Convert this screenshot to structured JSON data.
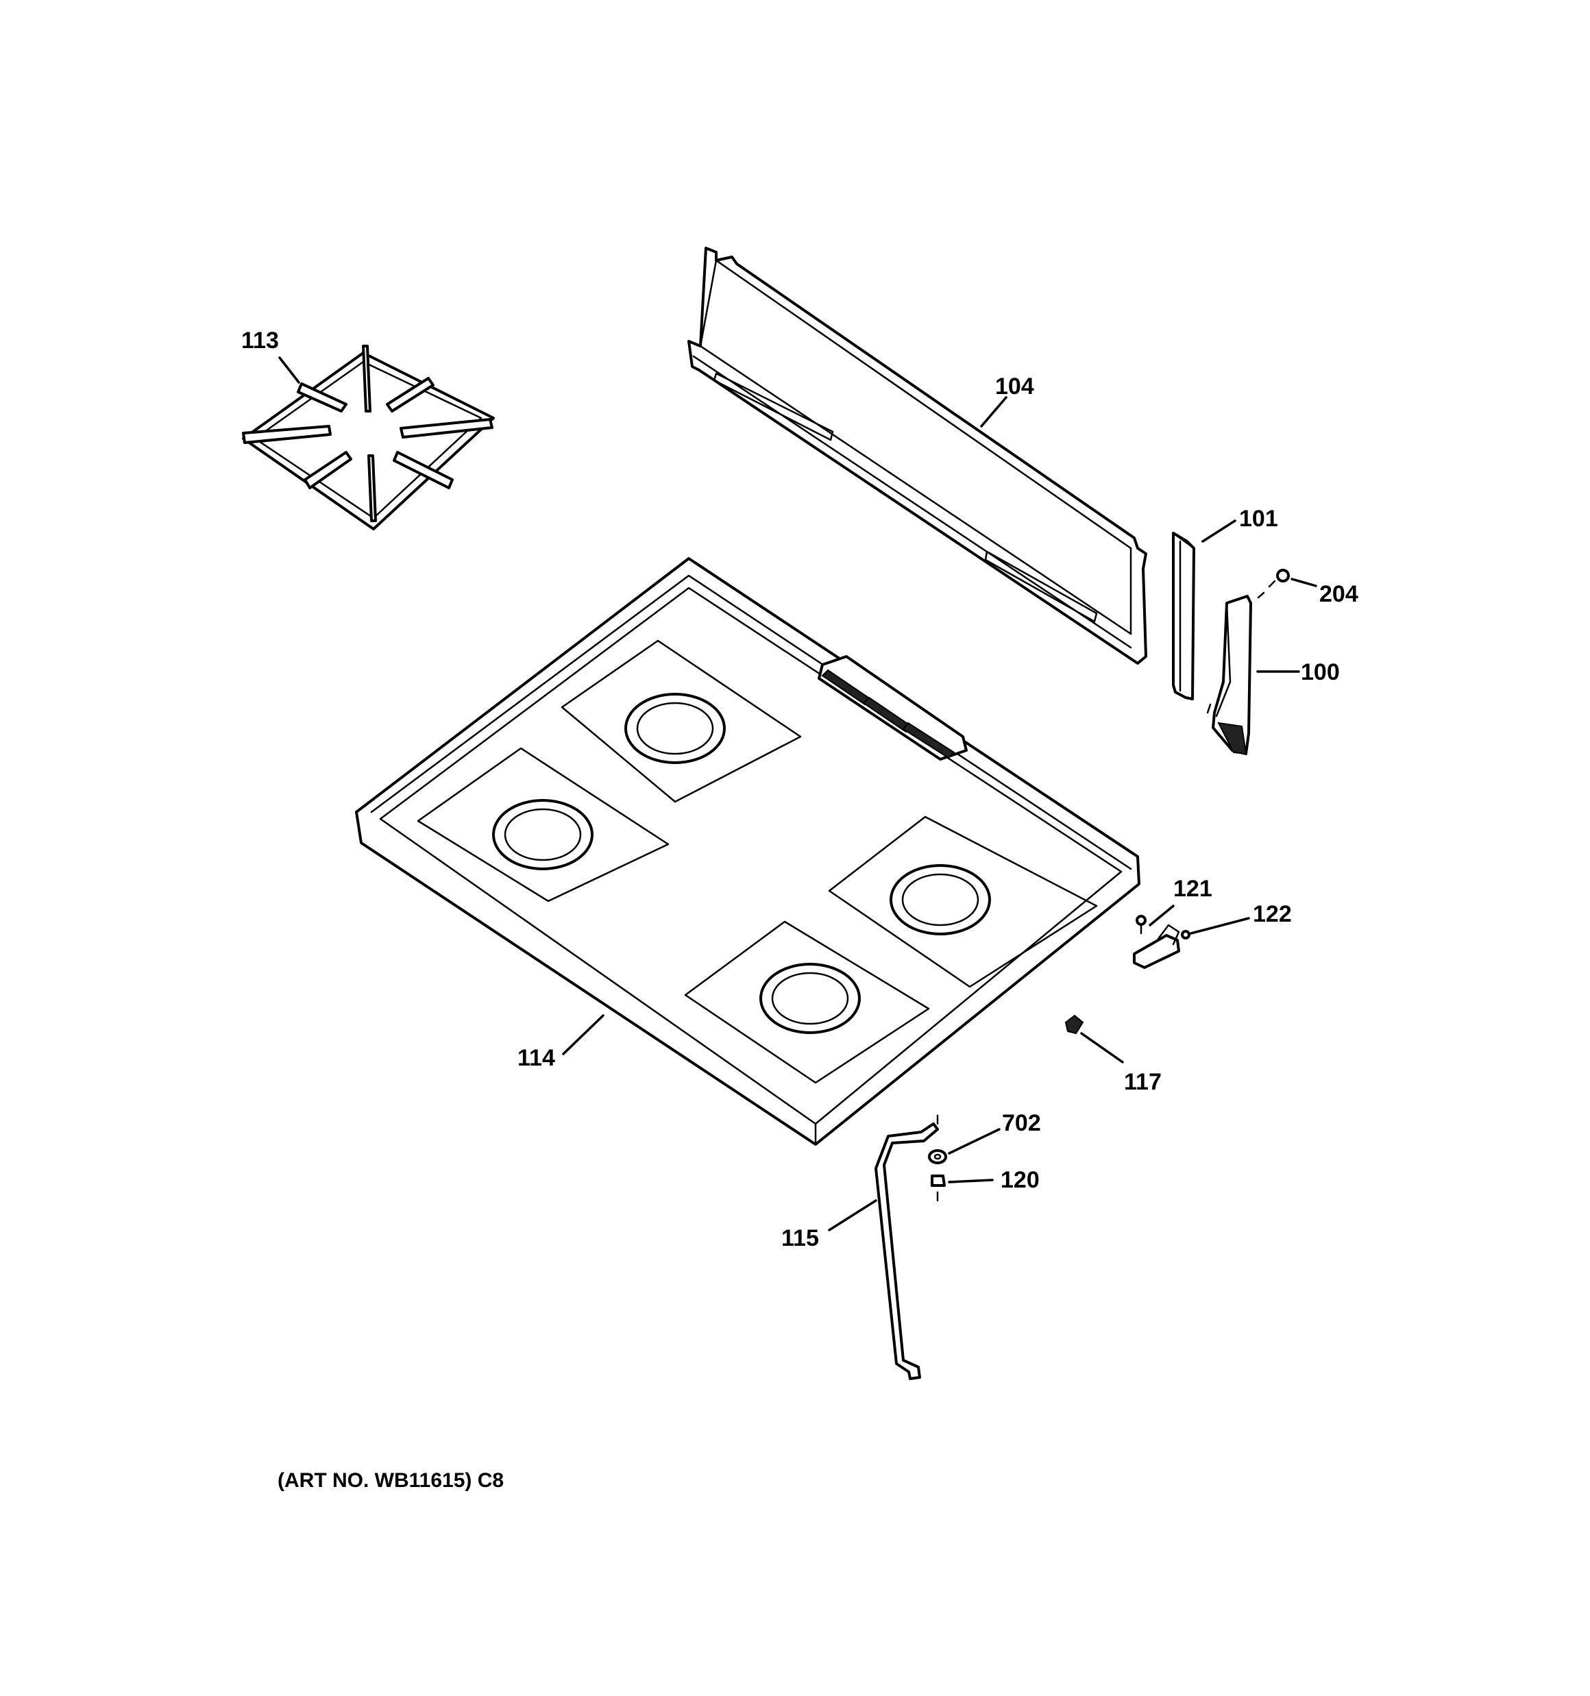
{
  "parts": {
    "p100": "100",
    "p101": "101",
    "p104": "104",
    "p113": "113",
    "p114": "114",
    "p115": "115",
    "p117": "117",
    "p120": "120",
    "p121": "121",
    "p122": "122",
    "p204": "204",
    "p702": "702"
  },
  "caption": "(ART NO. WB11615) C8"
}
